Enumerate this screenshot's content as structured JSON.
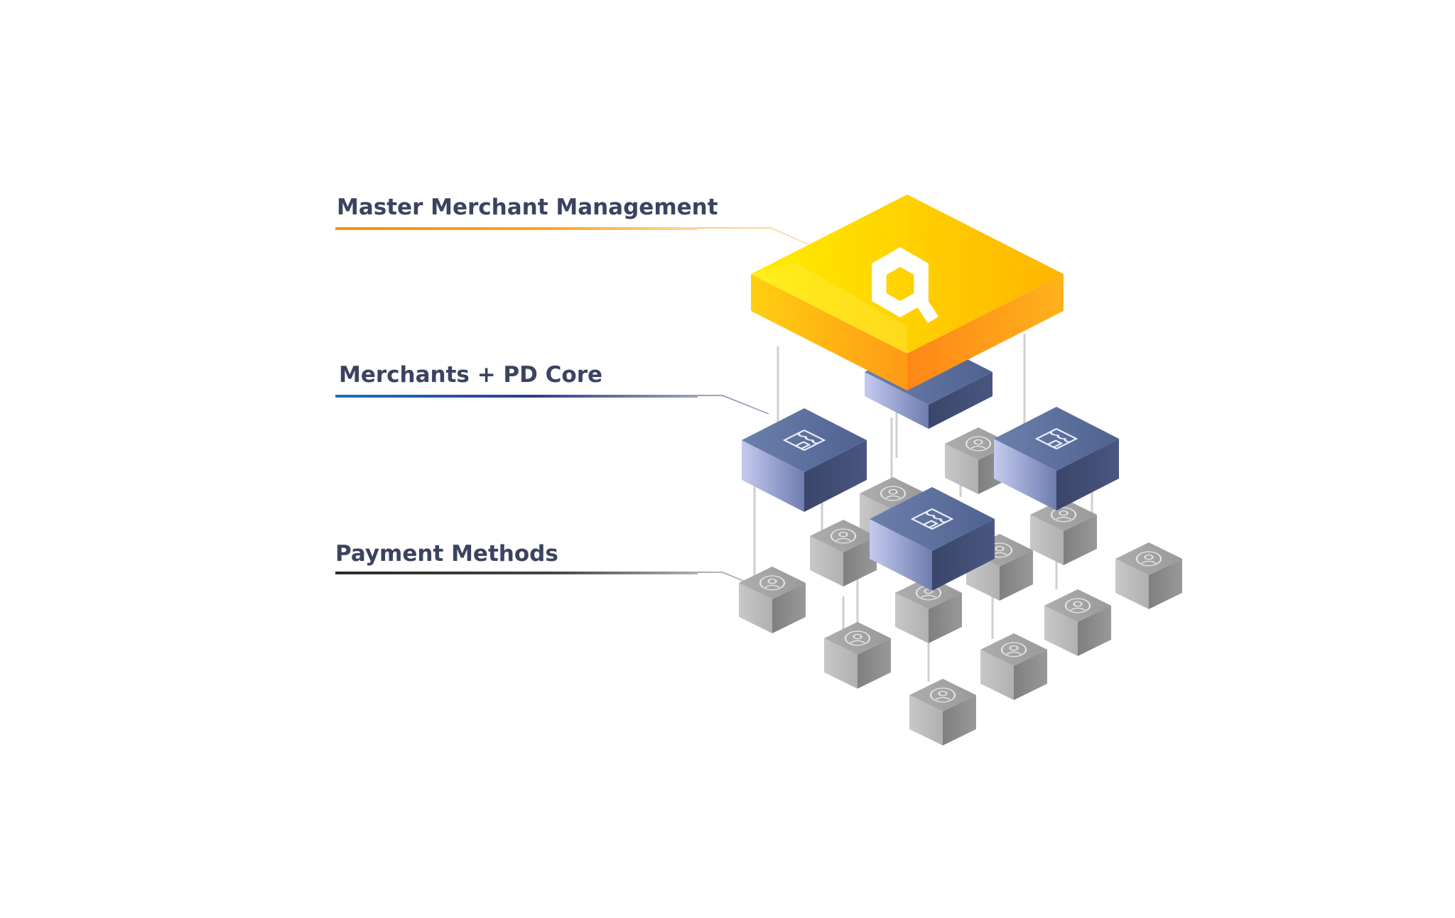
{
  "layers": {
    "master": {
      "label": "Master Merchant Management"
    },
    "merchants": {
      "label": "Merchants + PD Core"
    },
    "payments": {
      "label": "Payment Methods"
    }
  },
  "colors": {
    "label_text": "#3b4360",
    "master_line": "#f39200",
    "merchants_line": "#1f6fb8",
    "payments_line": "#333333",
    "master_top_start": "#ffee00",
    "master_top_end": "#ffb400",
    "master_side": "#ff8a1e",
    "merchant_top": "#5c6f9a",
    "merchant_side_light": "#aab3dc",
    "merchant_side_dark": "#3e4a70",
    "payment_top": "#a3a3a3",
    "payment_side_light": "#bdbdbd",
    "payment_side_dark": "#8a8a8a",
    "connector": "#cccccc"
  },
  "icons": {
    "master": "brand-hexagon-logo-icon",
    "merchant": "storefront-icon",
    "payment": "user-circle-icon"
  }
}
